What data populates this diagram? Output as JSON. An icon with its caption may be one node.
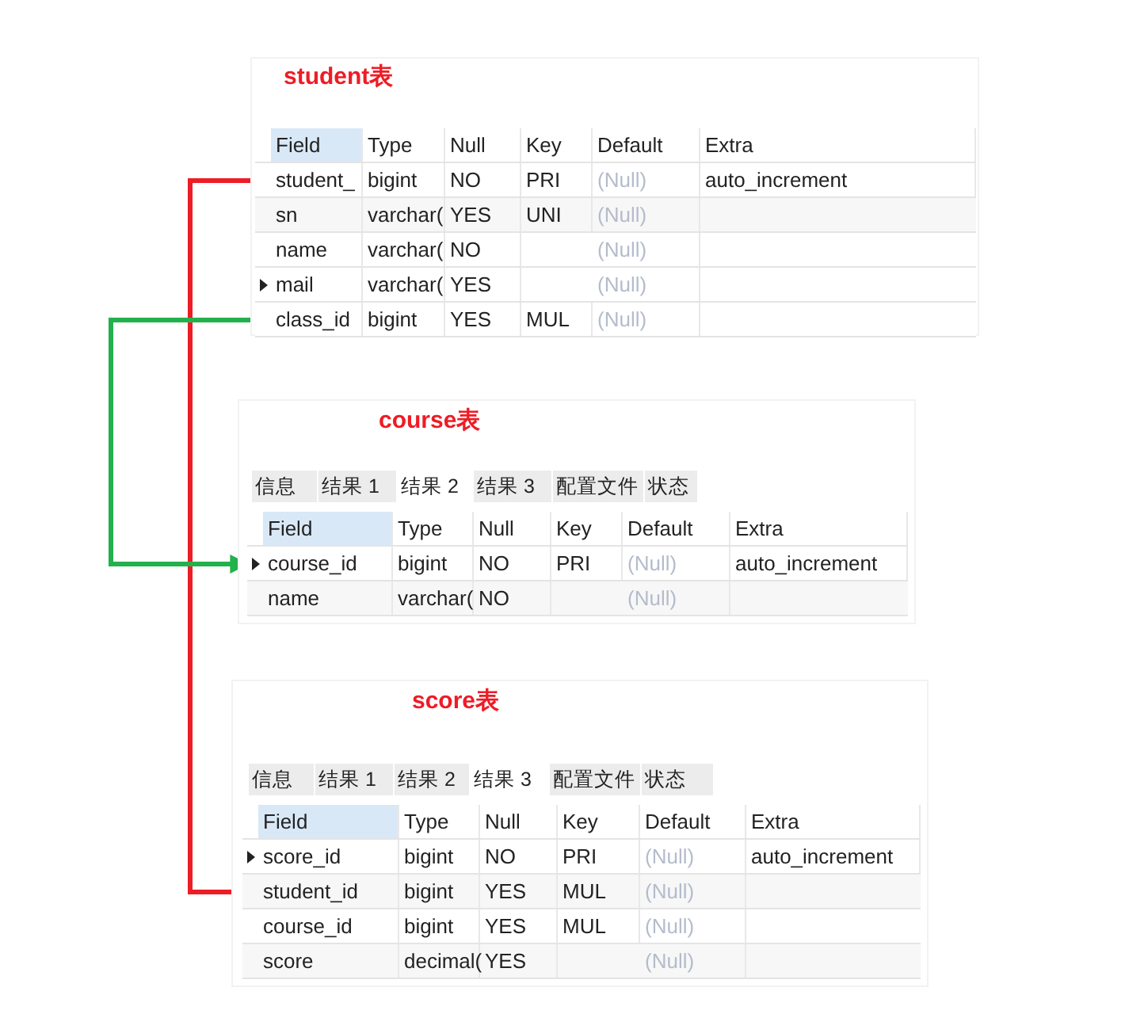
{
  "diagram": {
    "nodes": [
      {
        "text": [
          "student表"
        ]
      },
      {
        "text": [
          "Field",
          "Type",
          "Null",
          "Key",
          "Default",
          "Extra"
        ],
        "in": 0
      },
      {
        "text": [
          "student_",
          "bigint",
          "NO",
          "PRI",
          "(Null)",
          "auto_increment"
        ],
        "in": 0
      },
      {
        "text": [
          "sn",
          "varchar(",
          "YES",
          "UNI",
          "(Null)"
        ],
        "in": 0
      },
      {
        "text": [
          "name",
          "varchar(",
          "NO",
          "(Null)"
        ],
        "in": 0
      },
      {
        "text": [
          "mail",
          "varchar(",
          "YES",
          "(Null)"
        ],
        "in": 0
      },
      {
        "text": [
          "class_id",
          "bigint",
          "YES",
          "MUL",
          "(Null)"
        ],
        "in": 0
      },
      {
        "text": [
          "course表"
        ]
      },
      {
        "text": [
          "Field",
          "Type",
          "Null",
          "Key",
          "Default",
          "Extra"
        ],
        "in": 7
      },
      {
        "text": [
          "course_id",
          "bigint",
          "NO",
          "PRI",
          "(Null)",
          "auto_increment"
        ],
        "in": 7
      },
      {
        "text": [
          "name",
          "varchar(",
          "NO",
          "(Null)"
        ],
        "in": 7
      },
      {
        "text": [
          "score表"
        ]
      },
      {
        "text": [
          "Field",
          "Type",
          "Null",
          "Key",
          "Default",
          "Extra"
        ],
        "in": 11
      },
      {
        "text": [
          "score_id",
          "bigint",
          "NO",
          "PRI",
          "(Null)",
          "auto_increment"
        ],
        "in": 11
      },
      {
        "text": [
          "student_id",
          "bigint",
          "YES",
          "MUL",
          "(Null)"
        ],
        "in": 11
      },
      {
        "text": [
          "course_id",
          "bigint",
          "YES",
          "MUL",
          "(Null)"
        ],
        "in": 11
      },
      {
        "text": [
          "score",
          "decimal(",
          "YES",
          "(Null)"
        ],
        "in": 11
      }
    ],
    "edges": [
      {
        "from": 2,
        "to": 14,
        "arrow": "none",
        "color": "#ee1c25"
      },
      {
        "from": 6,
        "to": 9,
        "arrow": "to",
        "color": "#22b14c"
      }
    ],
    "labels": [
      "信息",
      "结果 1",
      "结果 2",
      "结果 3",
      "配置文件",
      "状态",
      "信息",
      "结果 1",
      "结果 2",
      "结果 3",
      "配置文件",
      "状态"
    ]
  }
}
